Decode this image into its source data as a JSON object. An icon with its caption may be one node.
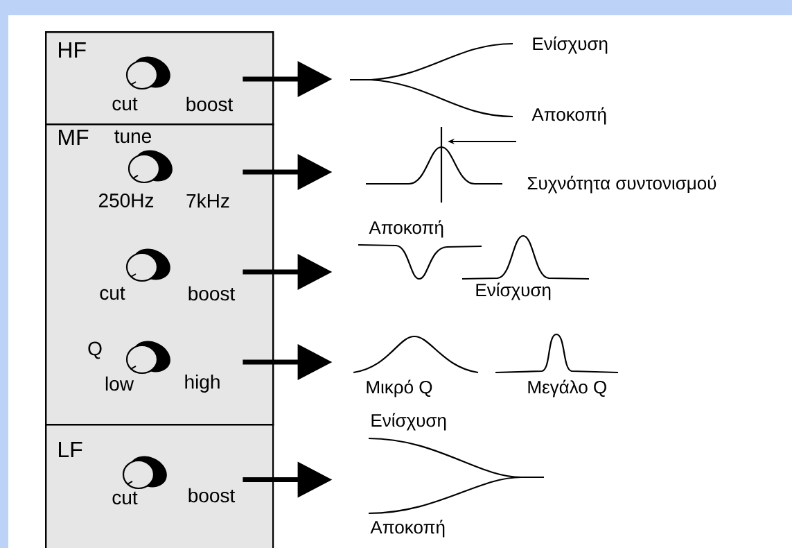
{
  "diagram": {
    "nodes": [
      {
        "text": [
          "HF"
        ]
      },
      {
        "text": [
          "cut",
          "boost"
        ],
        "in": 0
      },
      {
        "text": [
          "MF"
        ]
      },
      {
        "text": [
          "tune",
          "250Hz",
          "7kHz"
        ],
        "in": 2
      },
      {
        "text": [
          "cut",
          "boost"
        ],
        "in": 2
      },
      {
        "text": [
          "Q",
          "low",
          "high"
        ],
        "in": 2
      },
      {
        "text": [
          "LF"
        ]
      },
      {
        "text": [
          "cut",
          "boost"
        ],
        "in": 6
      },
      {
        "text": [
          "Ενίσχυση",
          "Αποκοπή"
        ]
      },
      {
        "text": [
          "Συχνότητα συντονισμού"
        ]
      },
      {
        "text": [
          "Αποκοπή",
          "Ενίσχυση"
        ]
      },
      {
        "text": [
          "Μικρό Q",
          "Μεγάλο Q"
        ]
      },
      {
        "text": [
          "Ενίσχυση",
          "Αποκοπή"
        ]
      }
    ],
    "edges": [
      {
        "from": 1,
        "to": 8,
        "arrow": "to"
      },
      {
        "from": 3,
        "to": 9,
        "arrow": "to"
      },
      {
        "from": 4,
        "to": 10,
        "arrow": "to"
      },
      {
        "from": 5,
        "to": 11,
        "arrow": "to"
      },
      {
        "from": 7,
        "to": 12,
        "arrow": "to"
      }
    ]
  }
}
